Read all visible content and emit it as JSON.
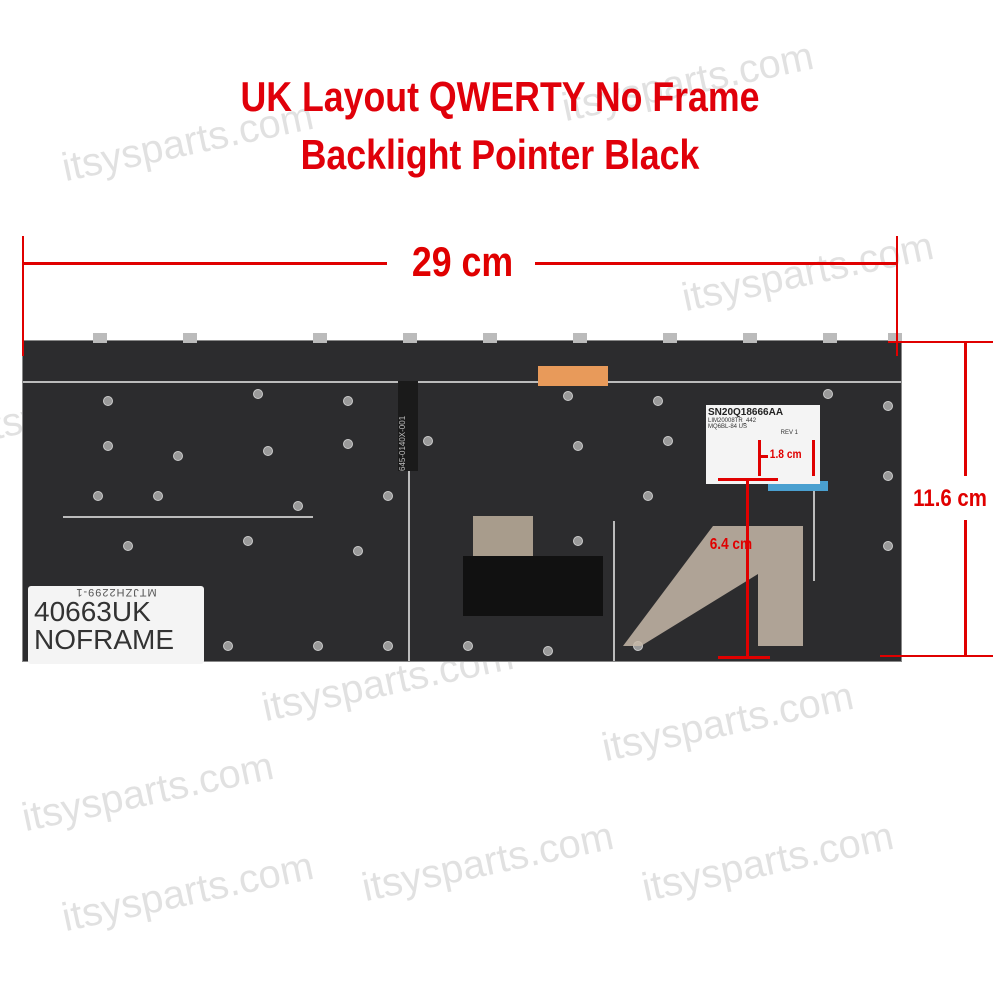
{
  "title": {
    "line1": "UK Layout QWERTY No Frame",
    "line2": "Backlight Pointer Black"
  },
  "dimensions": {
    "width": "29 cm",
    "height": "11.6 cm",
    "cable_length": "6.4 cm",
    "cable_width": "1.8 cm"
  },
  "product_label": {
    "code": "40663UK",
    "type": "NOFRAME",
    "mirrored_text": "MTJZH2299-1"
  },
  "device_label": {
    "part": "SN20Q18666AA",
    "line2": "LIM20008TR_442",
    "line3": "MQ6BL-84 US",
    "rev": "REV 1"
  },
  "cable_label": "645-0140X-001",
  "watermark": "itsysparts.com",
  "colors": {
    "annotation": "#e00000",
    "keyboard": "#2c2c2e"
  }
}
